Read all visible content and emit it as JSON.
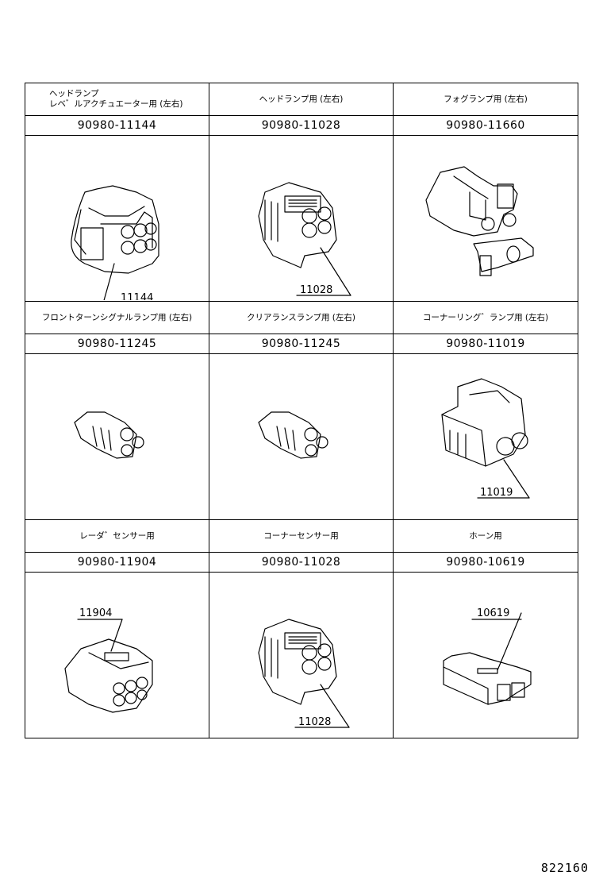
{
  "diagram": {
    "rows": [
      {
        "cells": [
          {
            "usage_line1": "ヘッドランプ",
            "usage_line2": "レベ゛ルアクチュエーター用 (左右)",
            "part_number": "90980-11144",
            "callout": "11144",
            "connector": "6-pin connector"
          },
          {
            "usage_line1": "ヘッドランプ用 (左右)",
            "usage_line2": "",
            "part_number": "90980-11028",
            "callout": "11028",
            "connector": "4-pin connector"
          },
          {
            "usage_line1": "フォグランプ用 (左右)",
            "usage_line2": "",
            "part_number": "90980-11660",
            "callout": "",
            "connector": "2-pin connector with retainer"
          }
        ]
      },
      {
        "cells": [
          {
            "usage_line1": "フロントターンシグナルランプ用 (左右)",
            "usage_line2": "",
            "part_number": "90980-11245",
            "callout": "",
            "connector": "3-pin socket connector"
          },
          {
            "usage_line1": "クリアランスランプ用 (左右)",
            "usage_line2": "",
            "part_number": "90980-11245",
            "callout": "",
            "connector": "3-pin socket connector"
          },
          {
            "usage_line1": "コーナーリング゛ランプ用 (左右)",
            "usage_line2": "",
            "part_number": "90980-11019",
            "callout": "11019",
            "connector": "2-pin connector"
          }
        ]
      },
      {
        "cells": [
          {
            "usage_line1": "レーダ゛センサー用",
            "usage_line2": "",
            "part_number": "90980-11904",
            "callout": "11904",
            "connector": "6-pin connector"
          },
          {
            "usage_line1": "コーナーセンサー用",
            "usage_line2": "",
            "part_number": "90980-11028",
            "callout": "11028",
            "connector": "4-pin connector"
          },
          {
            "usage_line1": "ホーン用",
            "usage_line2": "",
            "part_number": "90980-10619",
            "callout": "10619",
            "connector": "1-pin flat connector"
          }
        ]
      }
    ],
    "figure_number": "822160",
    "line_color": "#000000",
    "background": "#ffffff"
  }
}
